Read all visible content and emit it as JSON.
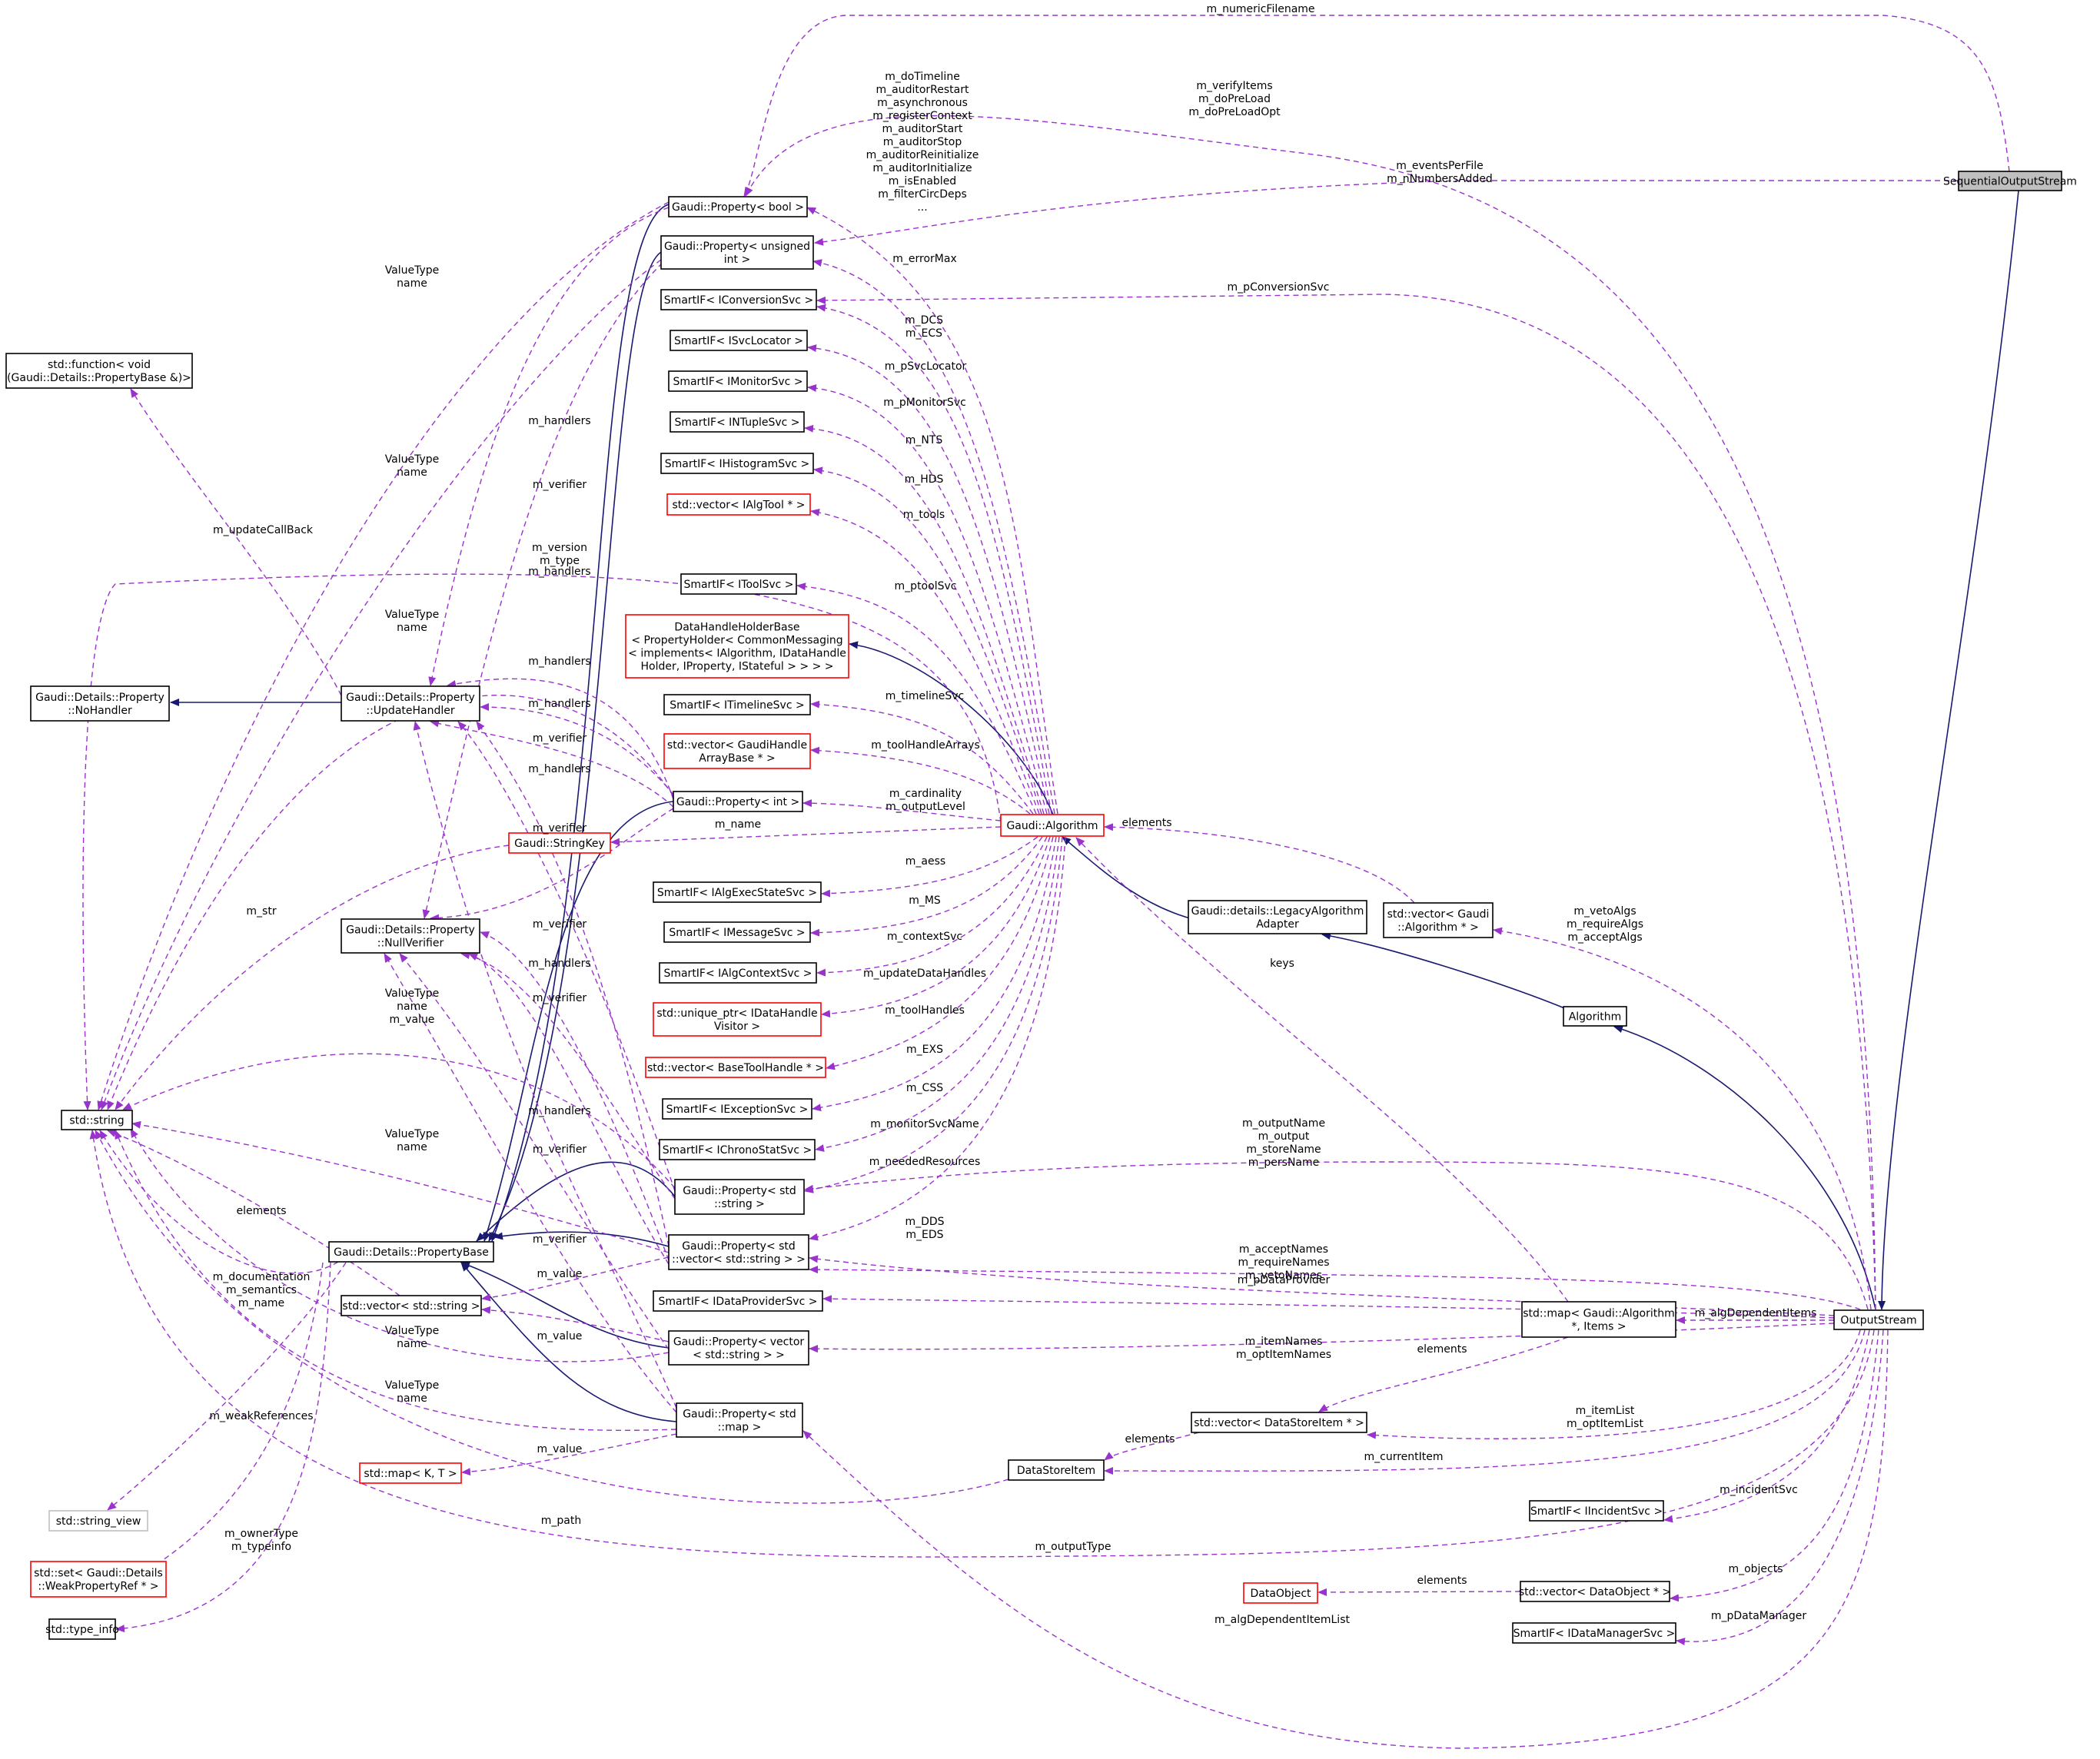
{
  "colors": {
    "inheritance": "#191970",
    "usage": "#9a32cd",
    "node_border": "#000000",
    "incomplete_border": "#ff0000",
    "highlight_fill": "#bfbfbf"
  },
  "nodes": {
    "SequentialOutputStream": [
      "SequentialOutputStream"
    ],
    "OutputStream": [
      "OutputStream"
    ],
    "Algorithm": [
      "Algorithm"
    ],
    "LegacyAdapter": [
      "Gaudi::details::LegacyAlgorithm",
      "Adapter"
    ],
    "GaudiAlgorithm": [
      "Gaudi::Algorithm"
    ],
    "PropBool": [
      "Gaudi::Property< bool >"
    ],
    "PropUInt": [
      "Gaudi::Property< unsigned",
      "int >"
    ],
    "IConversionSvc": [
      "SmartIF< IConversionSvc >"
    ],
    "ISvcLocator": [
      "SmartIF< ISvcLocator >"
    ],
    "IMonitorSvc": [
      "SmartIF< IMonitorSvc >"
    ],
    "INTupleSvc": [
      "SmartIF< INTupleSvc >"
    ],
    "IHistogramSvc": [
      "SmartIF< IHistogramSvc >"
    ],
    "VecIAlgTool": [
      "std::vector< IAlgTool * >"
    ],
    "IToolSvc": [
      "SmartIF< IToolSvc >"
    ],
    "DataHandleHolderBase": [
      "DataHandleHolderBase",
      "< PropertyHolder< CommonMessaging",
      "< implements< IAlgorithm, IDataHandle",
      "Holder, IProperty, IStateful > > > >"
    ],
    "ITimelineSvc": [
      "SmartIF< ITimelineSvc >"
    ],
    "VecGaudiHandleArray": [
      "std::vector< GaudiHandle",
      "ArrayBase * >"
    ],
    "PropInt": [
      "Gaudi::Property< int >"
    ],
    "StringKey": [
      "Gaudi::StringKey"
    ],
    "IAlgExecStateSvc": [
      "SmartIF< IAlgExecStateSvc >"
    ],
    "IMessageSvc": [
      "SmartIF< IMessageSvc >"
    ],
    "IAlgContextSvc": [
      "SmartIF< IAlgContextSvc >"
    ],
    "UniquePtrVisitor": [
      "std::unique_ptr< IDataHandle",
      "Visitor >"
    ],
    "VecBaseToolHandle": [
      "std::vector< BaseToolHandle * >"
    ],
    "IExceptionSvc": [
      "SmartIF< IExceptionSvc >"
    ],
    "IChronoStatSvc": [
      "SmartIF< IChronoStatSvc >"
    ],
    "PropString": [
      "Gaudi::Property< std",
      "::string >"
    ],
    "PropVecString": [
      "Gaudi::Property< std",
      "::vector< std::string > >"
    ],
    "IDataProviderSvc": [
      "SmartIF< IDataProviderSvc >"
    ],
    "PropVecString2": [
      "Gaudi::Property< vector",
      "< std::string > >"
    ],
    "PropMap": [
      "Gaudi::Property< std",
      "::map >"
    ],
    "StdFunction": [
      "std::function< void",
      "(Gaudi::Details::PropertyBase &)>"
    ],
    "NoHandler": [
      "Gaudi::Details::Property",
      "::NoHandler"
    ],
    "UpdateHandler": [
      "Gaudi::Details::Property",
      "::UpdateHandler"
    ],
    "NullVerifier": [
      "Gaudi::Details::Property",
      "::NullVerifier"
    ],
    "StdString": [
      "std::string"
    ],
    "PropertyBase": [
      "Gaudi::Details::PropertyBase"
    ],
    "VecStdString": [
      "std::vector< std::string >"
    ],
    "MapKT": [
      "std::map< K, T >"
    ],
    "StringView": [
      "std::string_view"
    ],
    "SetWeakRef": [
      "std::set< Gaudi::Details",
      "::WeakPropertyRef * >"
    ],
    "TypeInfo": [
      "std::type_info"
    ],
    "VecGaudiAlgorithm": [
      "std::vector< Gaudi",
      "::Algorithm * >"
    ],
    "MapAlgItems": [
      "std::map< Gaudi::Algorithm",
      "*, Items >"
    ],
    "VecDataStoreItem": [
      "std::vector< DataStoreItem * >"
    ],
    "DataStoreItem": [
      "DataStoreItem"
    ],
    "IIncidentSvc": [
      "SmartIF< IIncidentSvc >"
    ],
    "DataObject": [
      "DataObject"
    ],
    "VecDataObject": [
      "std::vector< DataObject * >"
    ],
    "IDataManagerSvc": [
      "SmartIF< IDataManagerSvc >"
    ]
  },
  "labels": {
    "m_numericFilename": [
      "m_numericFilename"
    ],
    "m_verifyItems": [
      "m_verifyItems",
      "m_doPreLoad",
      "m_doPreLoadOpt"
    ],
    "m_eventsPerFile": [
      "m_eventsPerFile",
      "m_nNumbersAdded"
    ],
    "m_doTimeline": [
      "m_doTimeline",
      "m_auditorRestart",
      "m_asynchronous",
      "m_registerContext",
      "m_auditorStart",
      "m_auditorStop",
      "m_auditorReinitialize",
      "m_auditorInitialize",
      "m_isEnabled",
      "m_filterCircDeps",
      "..."
    ],
    "m_errorMax": [
      "m_errorMax"
    ],
    "m_pConversionSvc": [
      "m_pConversionSvc"
    ],
    "m_DCS": [
      "m_DCS",
      "m_ECS"
    ],
    "m_pSvcLocator": [
      "m_pSvcLocator"
    ],
    "m_pMonitorSvc": [
      "m_pMonitorSvc"
    ],
    "m_NTS": [
      "m_NTS"
    ],
    "m_HDS": [
      "m_HDS"
    ],
    "m_tools": [
      "m_tools"
    ],
    "m_ptoolSvc": [
      "m_ptoolSvc"
    ],
    "m_timelineSvc": [
      "m_timelineSvc"
    ],
    "m_toolHandleArrays": [
      "m_toolHandleArrays"
    ],
    "m_cardinality": [
      "m_cardinality",
      "m_outputLevel"
    ],
    "m_name": [
      "m_name"
    ],
    "m_aess": [
      "m_aess"
    ],
    "m_MS": [
      "m_MS"
    ],
    "m_contextSvc": [
      "m_contextSvc"
    ],
    "m_updateDataHandles": [
      "m_updateDataHandles"
    ],
    "m_toolHandles": [
      "m_toolHandles"
    ],
    "m_EXS": [
      "m_EXS"
    ],
    "m_CSS": [
      "m_CSS"
    ],
    "m_monitorSvcName": [
      "m_monitorSvcName"
    ],
    "m_neededResources": [
      "m_neededResources"
    ],
    "m_DDS": [
      "m_DDS",
      "m_EDS"
    ],
    "elements_algo": [
      "elements"
    ],
    "keys": [
      "keys"
    ],
    "m_vetoAlgs": [
      "m_vetoAlgs",
      "m_requireAlgs",
      "m_acceptAlgs"
    ],
    "m_outputName": [
      "m_outputName",
      "m_output",
      "m_storeName",
      "m_persName"
    ],
    "m_acceptNames": [
      "m_acceptNames",
      "m_requireNames",
      "m_vetoNames"
    ],
    "m_pDataProvider": [
      "m_pDataProvider"
    ],
    "m_algDependentItems": [
      "m_algDependentItems"
    ],
    "m_itemNames": [
      "m_itemNames",
      "m_optItemNames"
    ],
    "elements_map": [
      "elements"
    ],
    "m_itemList": [
      "m_itemList",
      "m_optItemList"
    ],
    "elements_dsi": [
      "elements"
    ],
    "m_currentItem": [
      "m_currentItem"
    ],
    "m_incidentSvc": [
      "m_incidentSvc"
    ],
    "m_outputType": [
      "m_outputType"
    ],
    "m_objects": [
      "m_objects"
    ],
    "elements_do": [
      "elements"
    ],
    "m_pDataManager": [
      "m_pDataManager"
    ],
    "m_algDependentItemList": [
      "m_algDependentItemList"
    ],
    "m_path": [
      "m_path"
    ],
    "m_updateCallBack": [
      "m_updateCallBack"
    ],
    "m_str": [
      "m_str"
    ],
    "elements_vs": [
      "elements"
    ],
    "m_documentation": [
      "m_documentation",
      "m_semantics",
      "m_name"
    ],
    "m_weakReferences": [
      "m_weakReferences"
    ],
    "m_ownerType": [
      "m_ownerType",
      "m_typeinfo"
    ],
    "vt_bool": [
      "ValueType",
      "name"
    ],
    "vt_uint": [
      "ValueType",
      "name"
    ],
    "vt_int": [
      "ValueType",
      "name"
    ],
    "vt_str": [
      "ValueType",
      "name",
      "m_value"
    ],
    "vt_vec": [
      "ValueType",
      "name"
    ],
    "vt_vec2": [
      "ValueType",
      "name"
    ],
    "vt_map": [
      "ValueType",
      "name"
    ],
    "h1": [
      "m_handlers"
    ],
    "v1": [
      "m_verifier"
    ],
    "version": [
      "m_version",
      "m_type"
    ],
    "h2": [
      "m_handlers"
    ],
    "h3": [
      "m_handlers"
    ],
    "h4": [
      "m_handlers"
    ],
    "v2": [
      "m_verifier"
    ],
    "h5": [
      "m_handlers"
    ],
    "v3": [
      "m_verifier"
    ],
    "v4": [
      "m_verifier"
    ],
    "h6": [
      "m_handlers"
    ],
    "v5": [
      "m_verifier"
    ],
    "h7": [
      "m_handlers"
    ],
    "v6": [
      "m_verifier"
    ],
    "v7": [
      "m_verifier"
    ],
    "val1": [
      "m_value"
    ],
    "val2": [
      "m_value"
    ],
    "val3": [
      "m_value"
    ]
  }
}
